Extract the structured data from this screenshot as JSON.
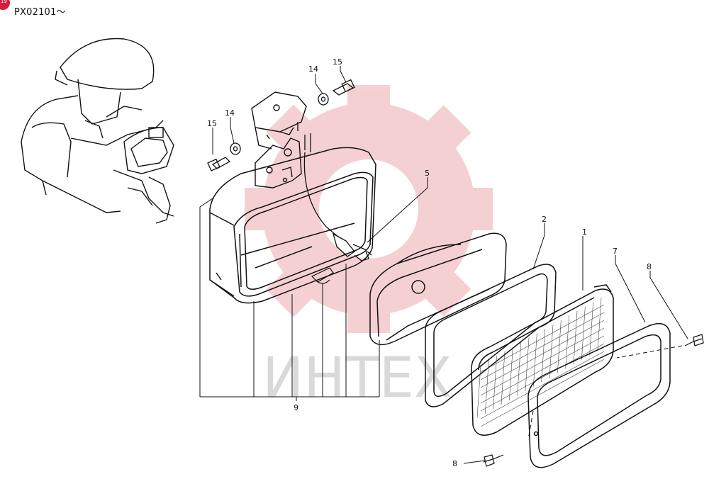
{
  "header": {
    "badge_text": "19",
    "code": "PX02101〜"
  },
  "watermark": {
    "text": "ИНТЕХ",
    "gear_color": "#f4c8cc",
    "text_color": "#d9d9d9"
  },
  "callouts": {
    "c1": "1",
    "c2": "2",
    "c5": "5",
    "c7": "7",
    "c8a": "8",
    "c8b": "8",
    "c9": "9",
    "c14a": "14",
    "c14b": "14",
    "c15a": "15",
    "c15b": "15"
  },
  "colors": {
    "line": "#111111",
    "accent": "#d81b3c"
  }
}
